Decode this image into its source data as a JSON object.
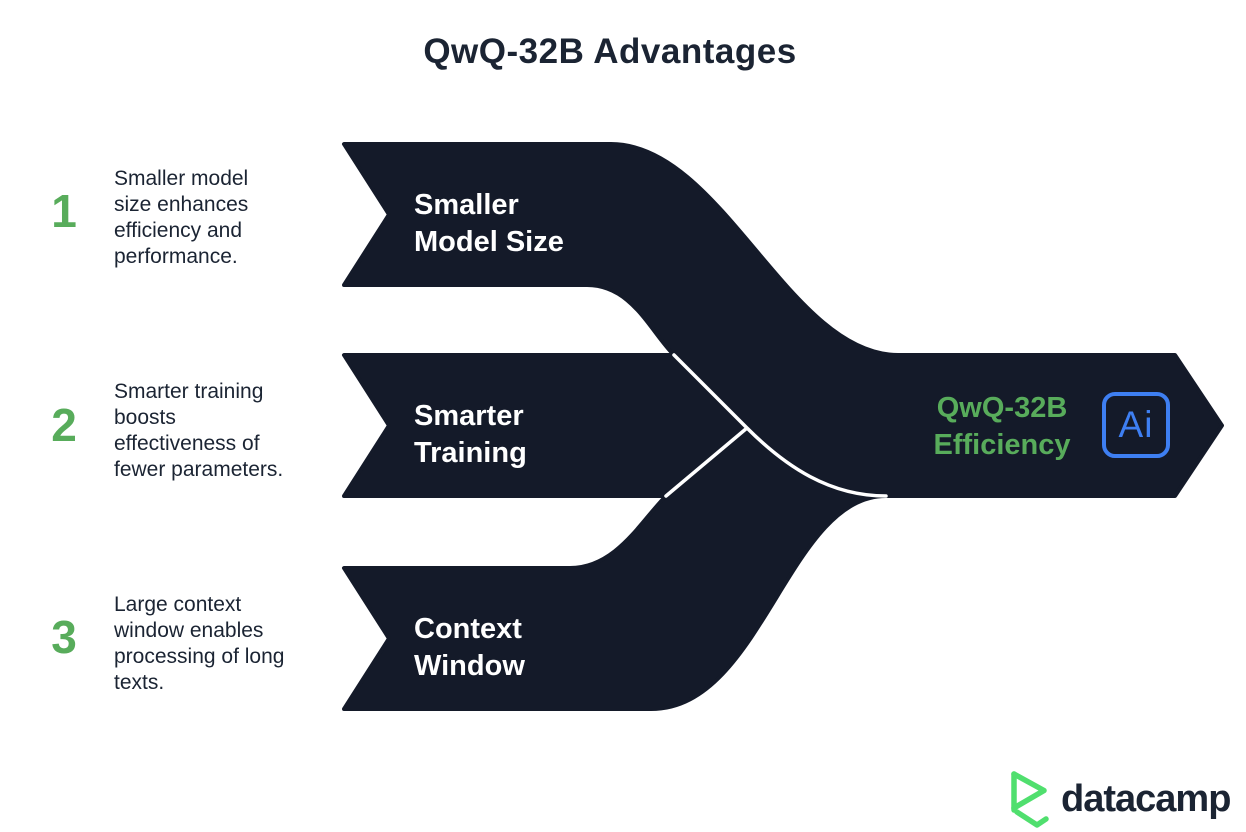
{
  "title": "QwQ-32B Advantages",
  "colors": {
    "band": "#141a29",
    "green": "#58ac5b",
    "logo-green": "#50df6e",
    "blue": "#3e7ff2",
    "ink": "#1b2433"
  },
  "items": [
    {
      "number": "1",
      "description": "Smaller model\nsize enhances\nefficiency and\nperformance.",
      "band_label": "Smaller\nModel Size"
    },
    {
      "number": "2",
      "description": "Smarter training\nboosts\neffectiveness of\nfewer parameters.",
      "band_label": "Smarter\nTraining"
    },
    {
      "number": "3",
      "description": "Large context\nwindow enables\nprocessing of long\ntexts.",
      "band_label": "Context\nWindow"
    }
  ],
  "result": {
    "label": "QwQ-32B\nEfficiency",
    "badge_text": "Ai"
  },
  "footer": {
    "brand": "datacamp"
  }
}
